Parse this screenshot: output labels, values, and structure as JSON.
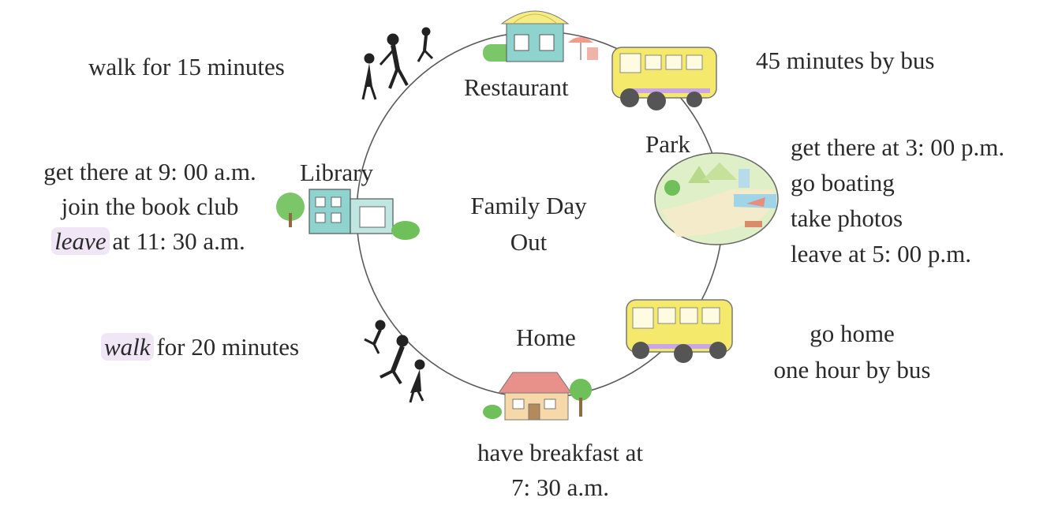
{
  "title": {
    "line1": "Family Day",
    "line2": "Out"
  },
  "places": {
    "restaurant": "Restaurant",
    "park": "Park",
    "library": "Library",
    "home": "Home"
  },
  "steps": {
    "home_to_park": "45 minutes by bus",
    "park_activities": [
      "get there at 3: 00 p.m.",
      "go boating",
      "take photos",
      "leave at 5: 00 p.m."
    ],
    "park_to_home": [
      "go home",
      "one hour by bus"
    ],
    "breakfast": [
      "have breakfast at",
      "7: 30 a.m."
    ],
    "walk_20": {
      "verb": "walk",
      "rest": " for 20 minutes"
    },
    "library_activities": {
      "line1": "get there at 9: 00 a.m.",
      "line2": "join the book club",
      "line3_verb": "leave",
      "line3_rest": " at 11: 30 a.m."
    },
    "walk_15": "walk for 15 minutes"
  },
  "colors": {
    "circle": "#5a5a5a",
    "bus": "#f4e96b",
    "building": "#8fd3cf",
    "roof_house": "#e8908a",
    "grass": "#9fd07a",
    "tree": "#6fbf5a",
    "highlight": "#f1e6f6"
  }
}
